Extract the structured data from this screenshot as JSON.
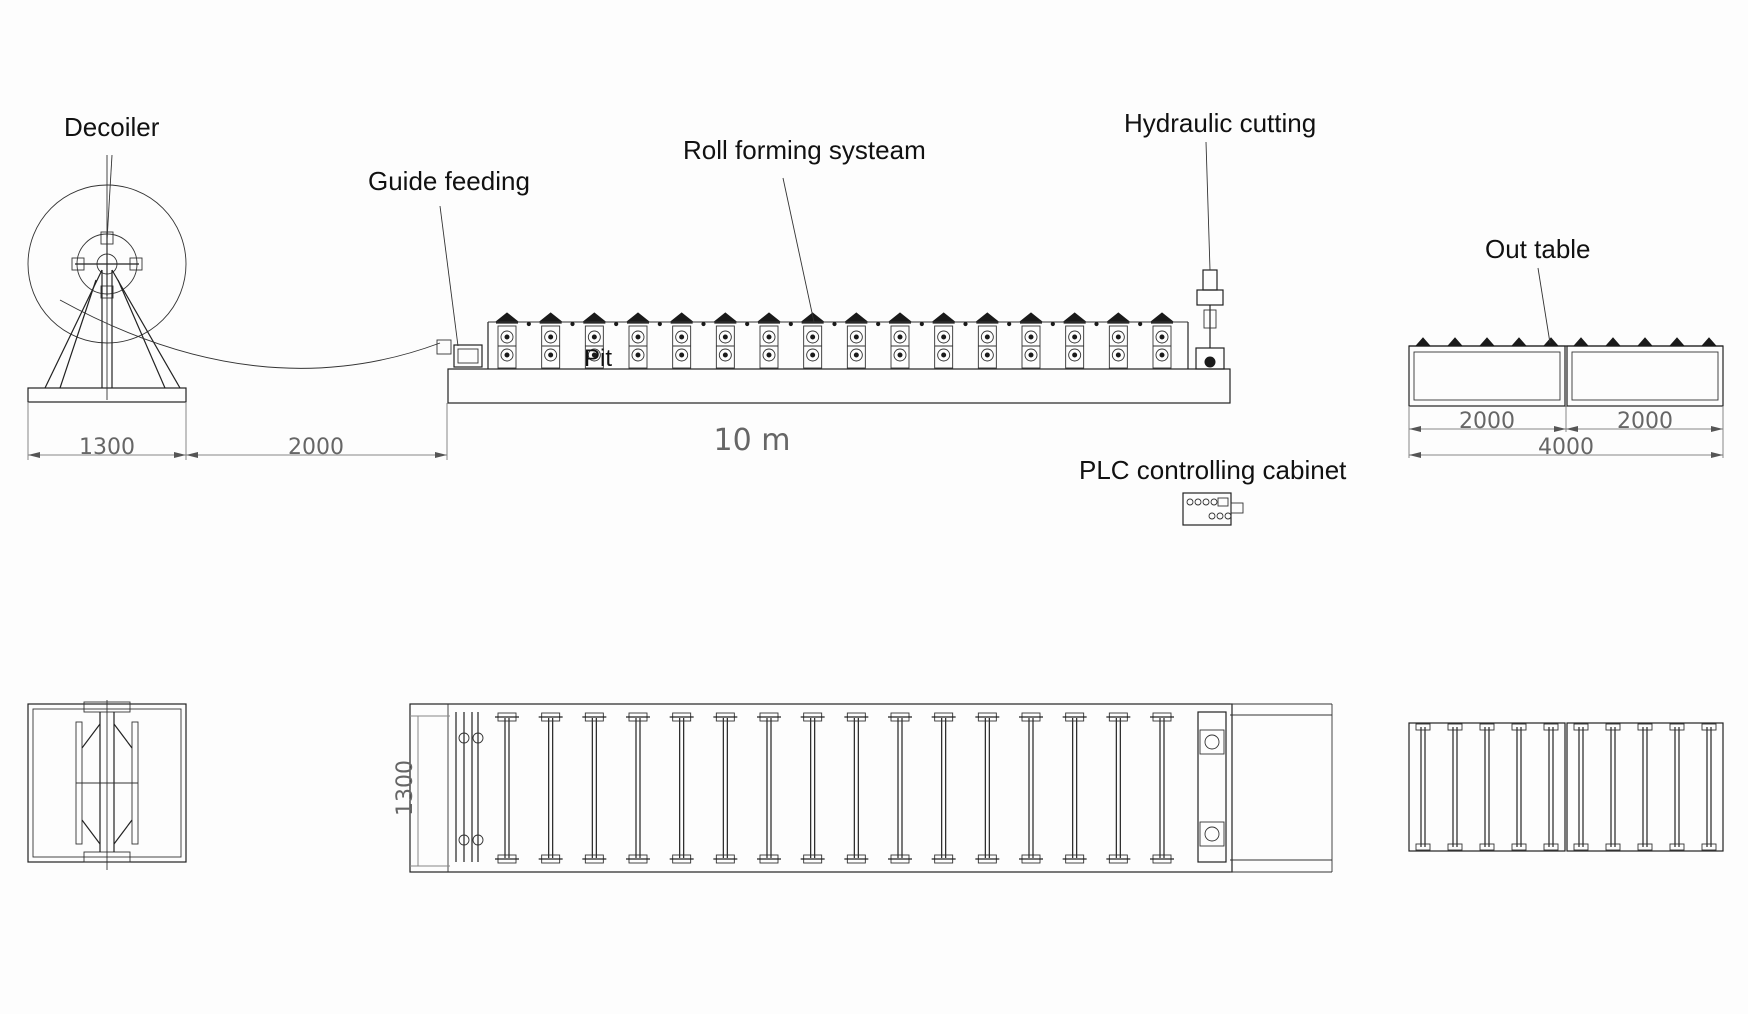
{
  "labels": {
    "decoiler": "Decoiler",
    "guide_feeding": "Guide feeding",
    "roll_forming": "Roll forming systeam",
    "hydraulic_cutting": "Hydraulic cutting",
    "out_table": "Out table",
    "plc_cabinet": "PLC controlling cabinet",
    "pit": "Pit"
  },
  "dimensions": {
    "decoiler_width": "1300",
    "feed_gap": "2000",
    "line_length": "10 m",
    "table_section_1": "2000",
    "table_section_2": "2000",
    "table_total": "4000",
    "plan_width": "1300"
  },
  "forming_stations": 16,
  "out_table_rollers_per_section": 5
}
